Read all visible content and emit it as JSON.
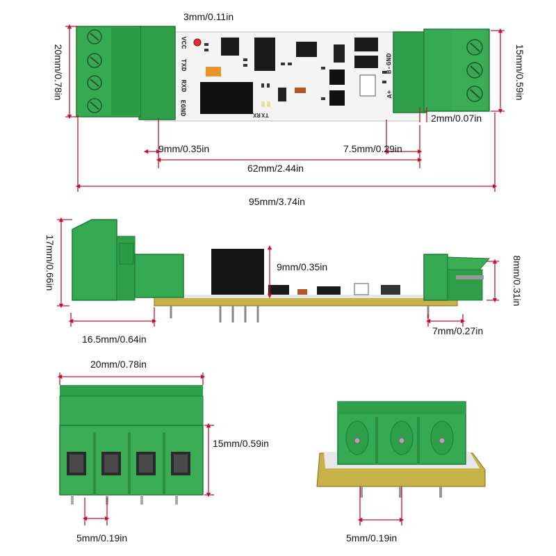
{
  "colors": {
    "dimension_line": "#c8102e",
    "terminal_green": "#2e9e48",
    "terminal_dark": "#1f7a35",
    "pcb_white": "#f4f4f4",
    "pcb_side": "#c9b14a"
  },
  "top_view": {
    "dims": {
      "mount_hole": "3mm/0.11in",
      "left_height": "20mm/0.78in",
      "right_height": "15mm/0.59in",
      "right_offset": "2mm/0.07in",
      "left_offset": "9mm/0.35in",
      "right_inset": "7.5mm/0.29in",
      "board_length": "62mm/2.44in",
      "total_length": "95mm/3.74in"
    },
    "silkscreen": {
      "left_pins": [
        "VCC",
        "TXD",
        "RXD",
        "EGND"
      ],
      "right_pins": [
        "B-GND",
        "A+"
      ],
      "leds": [
        "TX",
        "RX"
      ]
    }
  },
  "side_view": {
    "dims": {
      "left_height": "17mm/0.66in",
      "chip_height": "9mm/0.35in",
      "right_height": "8mm/0.31in",
      "left_depth": "16.5mm/0.64in",
      "right_depth": "7mm/0.27in"
    }
  },
  "detail_views": {
    "four_pin": {
      "width": "20mm/0.78in",
      "height": "15mm/0.59in",
      "pitch": "5mm/0.19in"
    },
    "three_pin": {
      "pitch": "5mm/0.19in"
    }
  }
}
